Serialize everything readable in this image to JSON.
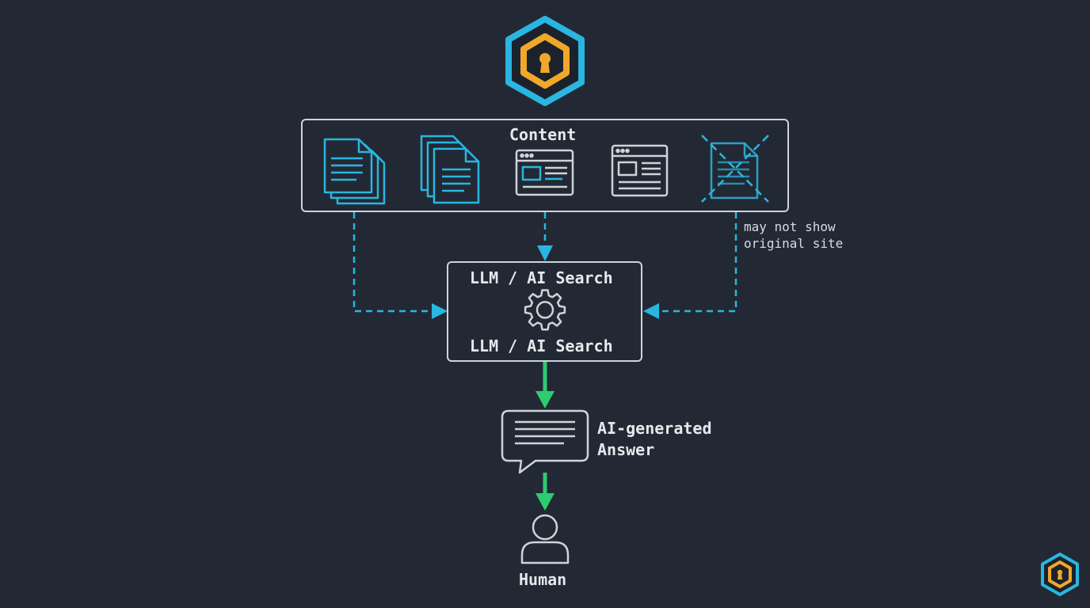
{
  "content_box": {
    "title": "Content"
  },
  "llm_box": {
    "label_top": "LLM / AI Search",
    "label_bottom": "LLM / AI Search"
  },
  "side_note": {
    "line1": "may not show",
    "line2": "original site"
  },
  "answer": {
    "line1": "AI-generated",
    "line2": "Answer"
  },
  "human": {
    "label": "Human"
  },
  "icons": {
    "logo": "hexagon-keyhole-logo-icon",
    "content": [
      "stacked-document-icon",
      "multi-page-document-icon",
      "webpage-icon",
      "webpage-icon",
      "crossed-out-document-icon"
    ],
    "processor": "gear-icon",
    "answer": "chat-bubble-icon",
    "user": "person-icon",
    "watermark": "hexagon-keyhole-small-logo-icon"
  },
  "colors": {
    "background": "#232934",
    "cyan_accent": "#29b6e0",
    "green_arrow": "#2ecc71",
    "gold_hexagon": "#f0a72a",
    "box_stroke": "#cfd3d9",
    "text": "#e6e8ec"
  }
}
